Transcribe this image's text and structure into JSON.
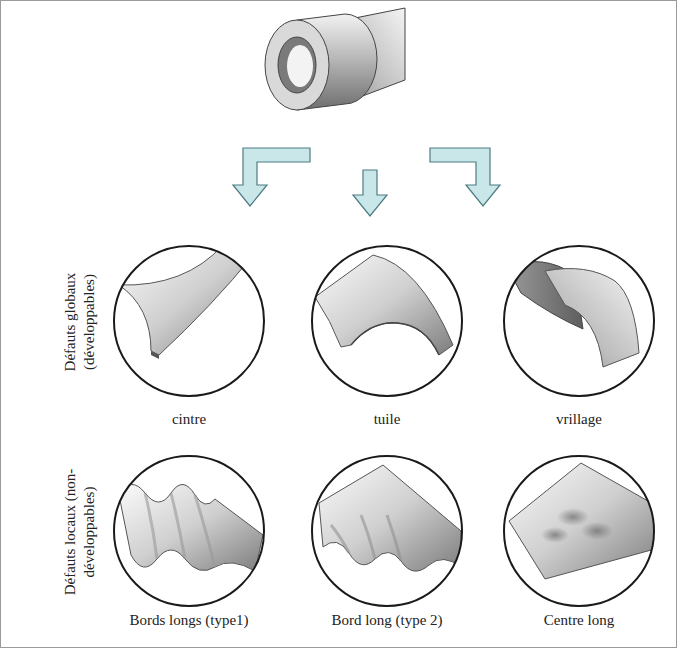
{
  "diagram": {
    "nodes": [
      {
        "text": [
          "cintre"
        ]
      },
      {
        "text": [
          "tuile"
        ]
      },
      {
        "text": [
          "vrillage"
        ]
      },
      {
        "text": [
          "Bords longs (type1)"
        ]
      },
      {
        "text": [
          "Bord long (type 2)"
        ]
      },
      {
        "text": [
          "Centre long"
        ]
      }
    ],
    "labels": [
      "Défauts globaux (développables)",
      "Défauts locaux (non-développables)"
    ]
  }
}
